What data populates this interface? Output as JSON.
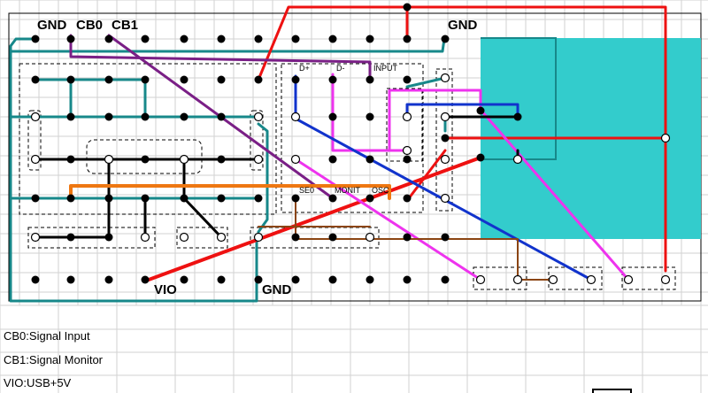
{
  "colors": {
    "grid": "#d2d2d2",
    "teal_wire": "#17888a",
    "teal_block": "#33cccc",
    "red_wire": "#ee1111",
    "purple_wire": "#7a1f86",
    "magenta_wire": "#ee33ee",
    "blue_wire": "#1133cc",
    "orange_wire": "#ee7711",
    "brown_wire": "#8b4513",
    "black_wire": "#000000"
  },
  "board_labels": {
    "gnd_top_left": "GND",
    "cb0": "CB0",
    "cb1": "CB1",
    "gnd_top_right": "GND",
    "vio": "VIO",
    "gnd_bottom": "GND"
  },
  "chip_pin_labels": {
    "d_plus": "D+",
    "d_minus": "D-",
    "input": "INPUT",
    "se0": "SE0",
    "monit": "MONIT",
    "osc": "OSC"
  },
  "legend": [
    {
      "text": "CB0:Signal Input"
    },
    {
      "text": "CB1:Signal Monitor"
    },
    {
      "text": "VIO:USB+5V"
    }
  ]
}
